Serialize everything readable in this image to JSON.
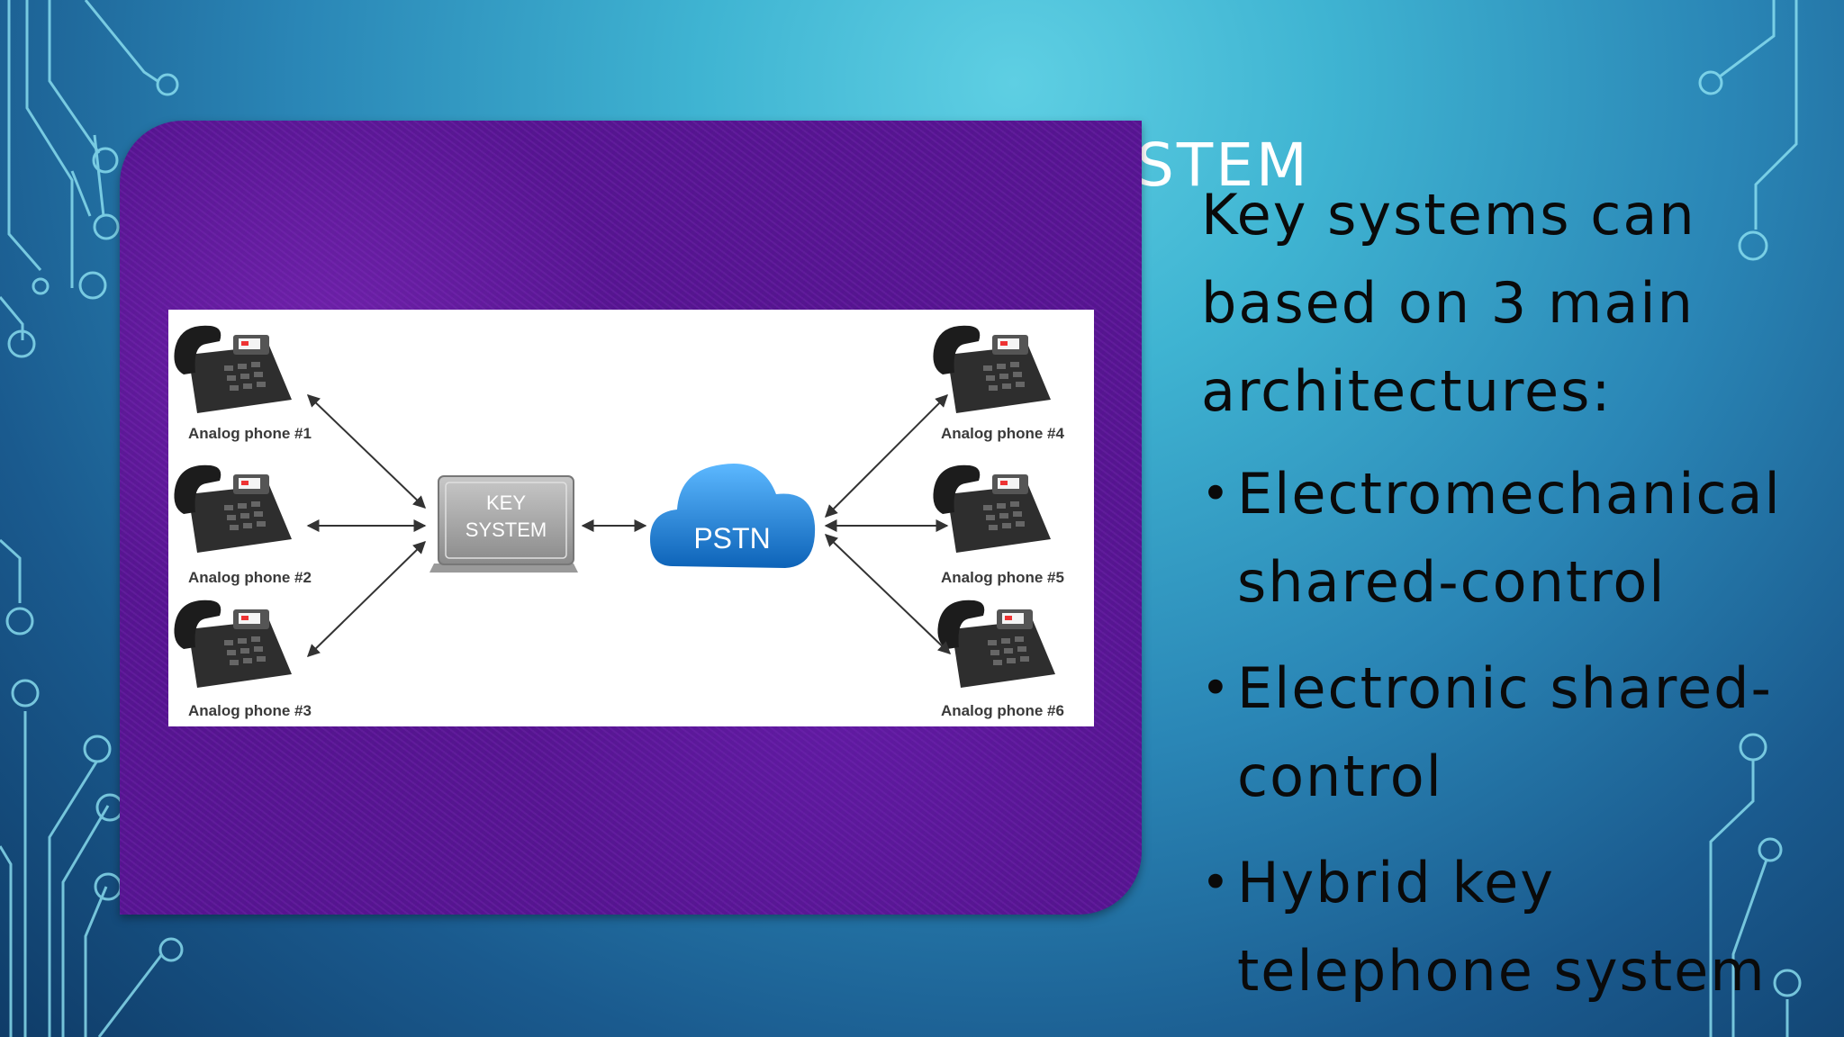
{
  "slide": {
    "title_fragment": "STEM",
    "intro": "Key systems can based on 3 main architectures:",
    "bullets": [
      "Electromechanical shared-control",
      "Electronic shared-control",
      "Hybrid key telephone system"
    ],
    "bullet_glyph": "•"
  },
  "diagram": {
    "key_system_label_line1": "KEY",
    "key_system_label_line2": "SYSTEM",
    "cloud_label": "PSTN",
    "phones": [
      "Analog phone #1",
      "Analog phone #2",
      "Analog phone #3",
      "Analog phone #4",
      "Analog phone #5",
      "Analog phone #6"
    ]
  },
  "colors": {
    "background_light": "#5ecfe3",
    "background_dark": "#0f3c68",
    "card_purple": "#55168f",
    "circuit_line": "#8ee3f3",
    "text_dark": "#0a0a0a",
    "cloud_blue": "#1a7fd6"
  }
}
